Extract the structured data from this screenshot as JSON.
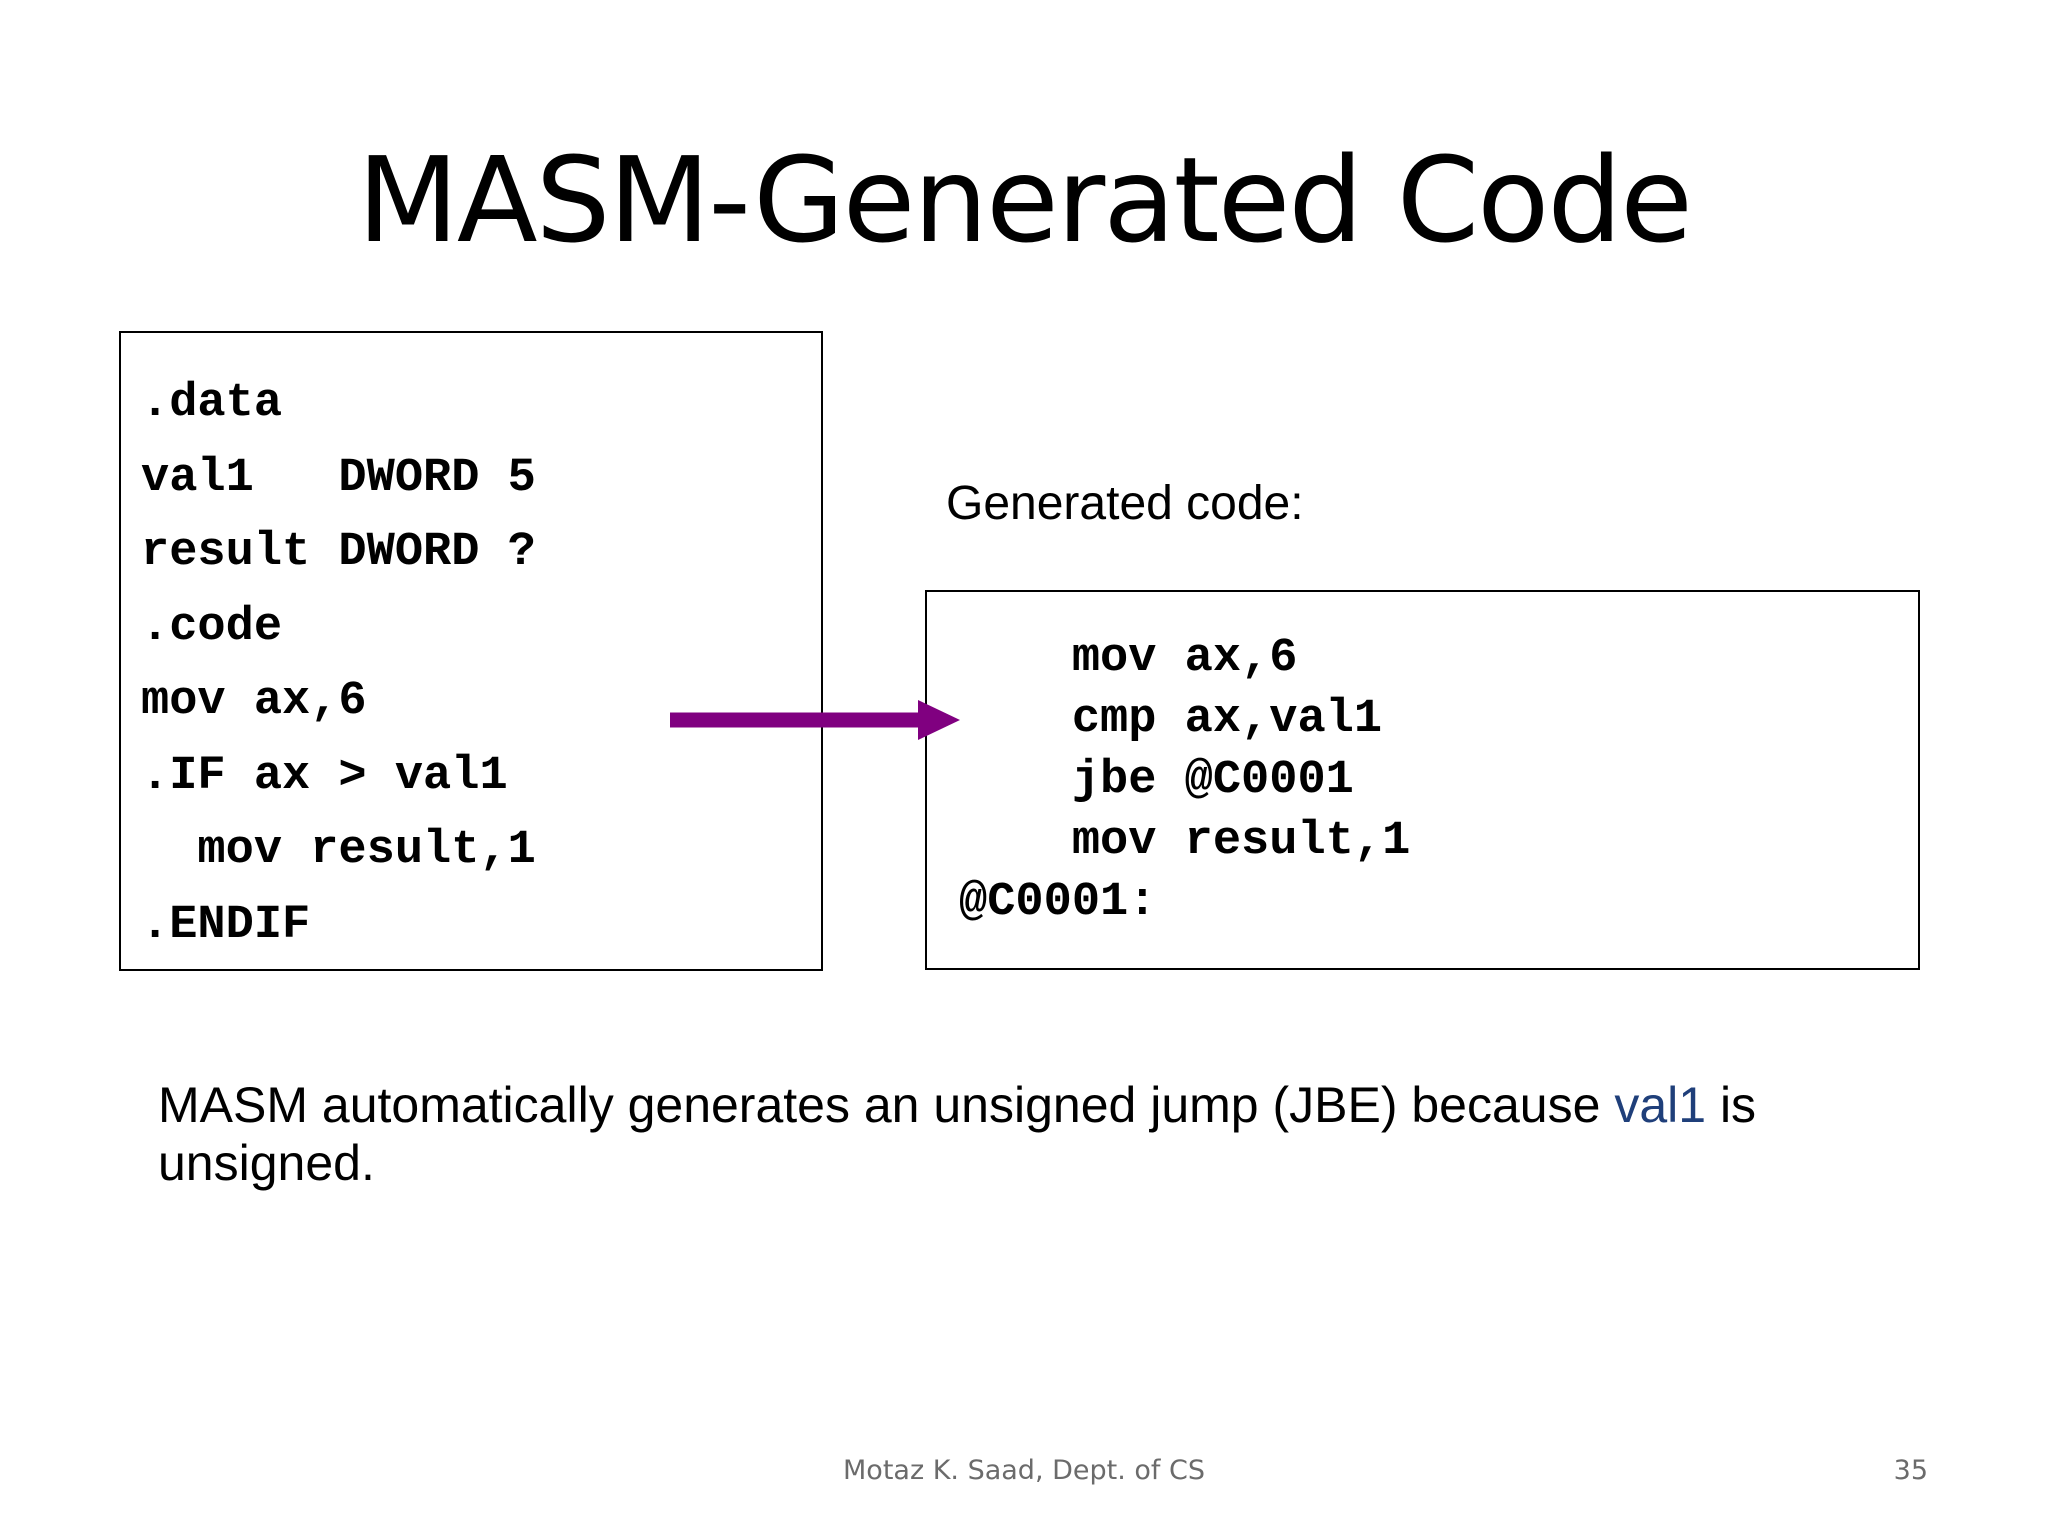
{
  "slide": {
    "title": "MASM-Generated Code",
    "source_code": [
      ".data",
      "val1   DWORD 5",
      "result DWORD ?",
      ".code",
      "mov ax,6",
      ".IF ax > val1",
      "  mov result,1",
      ".ENDIF"
    ],
    "caption": "Generated code:",
    "generated_code": [
      "    mov ax,6",
      "    cmp ax,val1",
      "    jbe @C0001",
      "    mov result,1",
      "@C0001:"
    ],
    "note": {
      "before": "MASM automatically generates an unsigned jump (JBE) because ",
      "highlight": "val1",
      "after": " is unsigned."
    },
    "footer": "Motaz K. Saad, Dept. of CS",
    "page_number": "35",
    "colors": {
      "arrow": "#800080",
      "highlight": "#1f3f7a",
      "footer": "#6b6b6b"
    }
  }
}
